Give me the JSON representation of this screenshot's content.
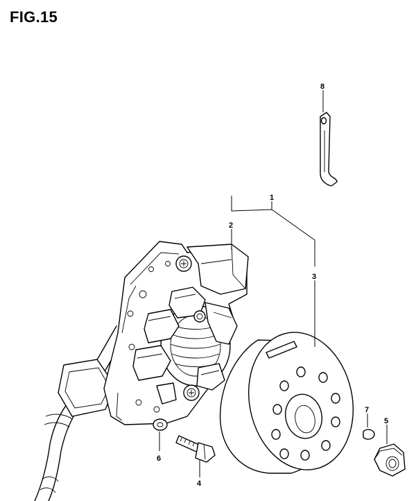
{
  "figure": {
    "title": "FIG.15"
  },
  "callouts": [
    {
      "id": "1",
      "label": "1"
    },
    {
      "id": "2",
      "label": "2"
    },
    {
      "id": "3",
      "label": "3"
    },
    {
      "id": "4",
      "label": "4"
    },
    {
      "id": "5",
      "label": "5"
    },
    {
      "id": "6",
      "label": "6"
    },
    {
      "id": "7",
      "label": "7"
    },
    {
      "id": "8",
      "label": "8"
    }
  ]
}
